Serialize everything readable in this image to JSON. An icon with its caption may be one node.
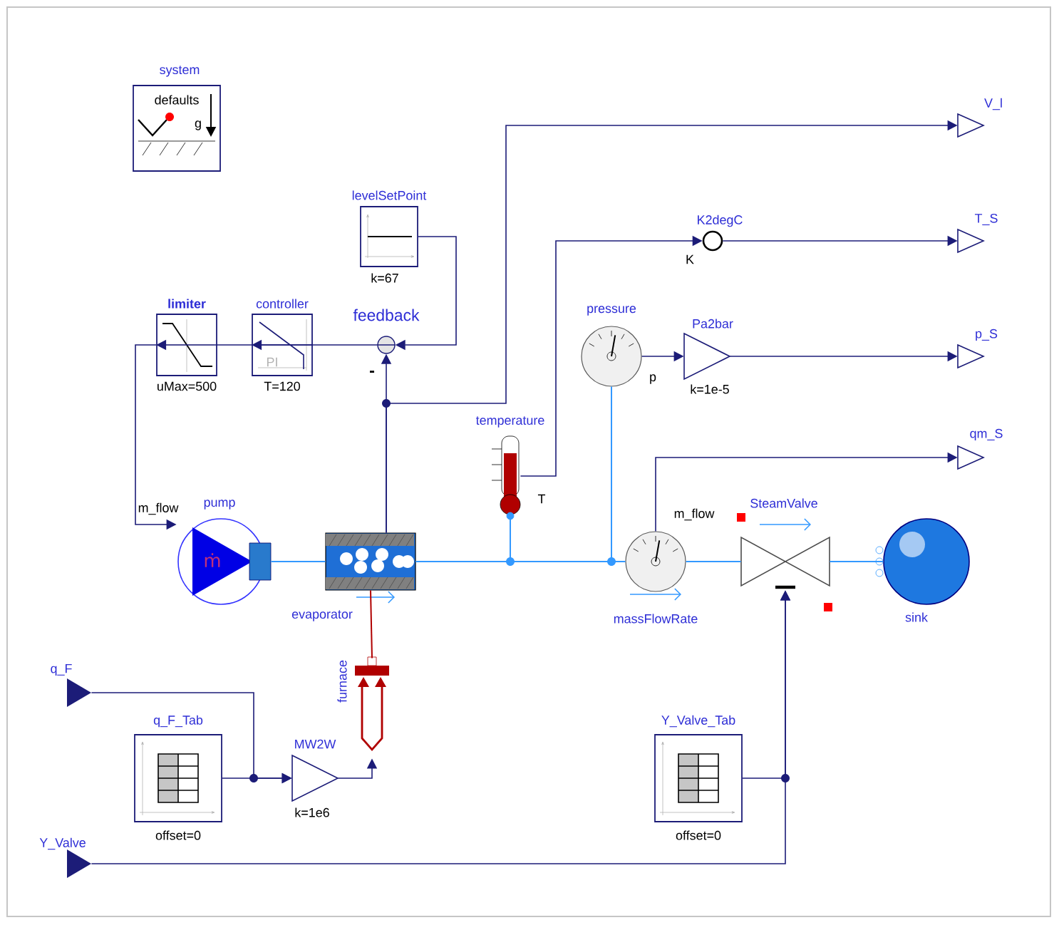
{
  "diagram": {
    "nodes": [
      {
        "text": [
          "system",
          "defaults",
          "g"
        ]
      },
      {
        "text": [
          "levelSetPoint"
        ],
        "beside": [
          "k=67"
        ]
      },
      {
        "text": [
          "feedback"
        ],
        "beside": [
          "-"
        ]
      },
      {
        "text": [
          "controller",
          "PI"
        ],
        "beside": [
          "T=120"
        ]
      },
      {
        "text": [
          "limiter"
        ],
        "beside": [
          "uMax=500"
        ]
      },
      {
        "text": [
          "pump",
          "ṁ"
        ],
        "beside": [
          "m_flow"
        ]
      },
      {
        "text": [
          "evaporator"
        ]
      },
      {
        "text": [
          "furnace"
        ]
      },
      {
        "text": [
          "temperature",
          "T"
        ]
      },
      {
        "text": [
          "pressure"
        ],
        "beside": [
          "p"
        ]
      },
      {
        "text": [
          "Pa2bar"
        ],
        "beside": [
          "k=1e-5"
        ]
      },
      {
        "text": [
          "K2degC"
        ],
        "beside": [
          "K"
        ]
      },
      {
        "text": [
          "massFlowRate"
        ],
        "beside": [
          "m_flow"
        ]
      },
      {
        "text": [
          "SteamValve"
        ]
      },
      {
        "text": [
          "sink"
        ]
      },
      {
        "text": [
          "V_l"
        ]
      },
      {
        "text": [
          "T_S"
        ]
      },
      {
        "text": [
          "p_S"
        ]
      },
      {
        "text": [
          "qm_S"
        ]
      },
      {
        "text": [
          "q_F"
        ]
      },
      {
        "text": [
          "q_F_Tab"
        ],
        "beside": [
          "offset=0"
        ]
      },
      {
        "text": [
          "MW2W"
        ],
        "beside": [
          "k=1e6"
        ]
      },
      {
        "text": [
          "Y_Valve_Tab"
        ],
        "beside": [
          "offset=0"
        ]
      },
      {
        "text": [
          "Y_Valve"
        ]
      }
    ],
    "edges": [
      {
        "from": 1,
        "to": 2,
        "arrow": "to"
      },
      {
        "from": 2,
        "to": 3,
        "arrow": "to"
      },
      {
        "from": 3,
        "to": 4,
        "arrow": "to"
      },
      {
        "from": 4,
        "to": 5,
        "arrow": "to"
      },
      {
        "from": 6,
        "to": 2,
        "arrow": "to"
      },
      {
        "from": 6,
        "to": 15,
        "arrow": "to"
      },
      {
        "from": 5,
        "to": 6,
        "arrow": "none",
        "color": "#3399ff"
      },
      {
        "from": 6,
        "to": 8,
        "arrow": "none",
        "color": "#3399ff"
      },
      {
        "from": 6,
        "to": 9,
        "arrow": "none",
        "color": "#3399ff"
      },
      {
        "from": 6,
        "to": 12,
        "arrow": "none",
        "color": "#3399ff"
      },
      {
        "from": 12,
        "to": 13,
        "arrow": "none",
        "color": "#3399ff"
      },
      {
        "from": 13,
        "to": 14,
        "arrow": "none",
        "color": "#3399ff"
      },
      {
        "from": 8,
        "to": 11,
        "arrow": "to"
      },
      {
        "from": 11,
        "to": 16,
        "arrow": "to"
      },
      {
        "from": 9,
        "to": 10,
        "arrow": "to"
      },
      {
        "from": 10,
        "to": 17,
        "arrow": "to"
      },
      {
        "from": 12,
        "to": 18,
        "arrow": "to"
      },
      {
        "from": 7,
        "to": 6,
        "arrow": "none",
        "color": "#b00000"
      },
      {
        "from": 21,
        "to": 7,
        "arrow": "to"
      },
      {
        "from": 19,
        "to": 21,
        "arrow": "to"
      },
      {
        "from": 20,
        "to": 21,
        "arrow": "to"
      },
      {
        "from": 22,
        "to": 13,
        "arrow": "to"
      },
      {
        "from": 23,
        "to": 13,
        "arrow": "to"
      }
    ]
  }
}
